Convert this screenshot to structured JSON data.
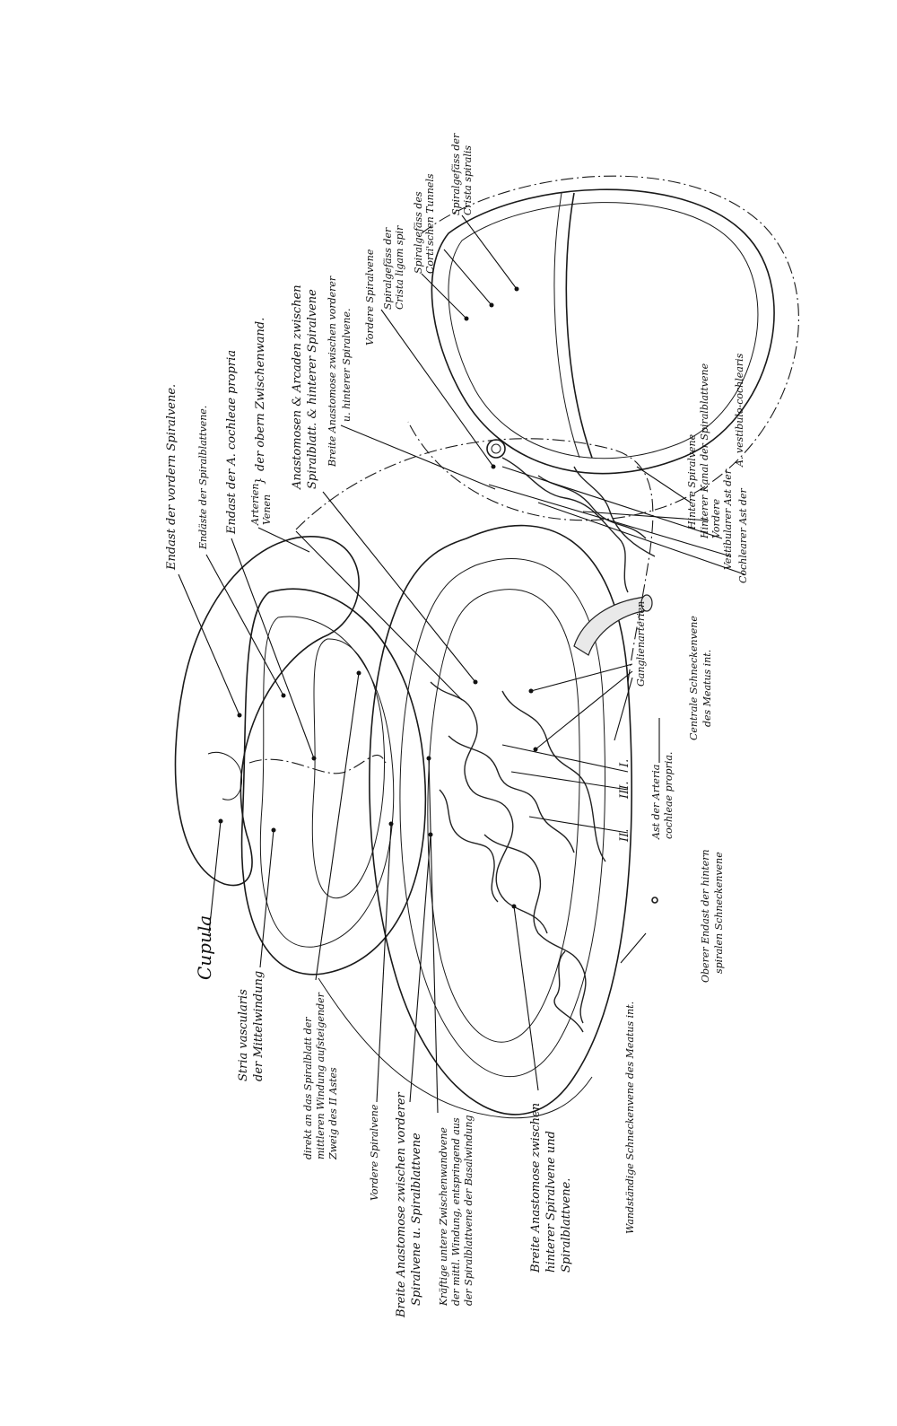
{
  "labels": {
    "cupula": "Cupula",
    "stria_1": "Stria vascularis",
    "stria_2": "der Mittelwindung",
    "direkt_1": "direkt an das Spiralblatt der",
    "direkt_2": "mittleren Windung aufsteigender",
    "direkt_3": "Zweig des II Astes",
    "vordere_spiralvene": "Vordere Spiralvene",
    "breite_anast_vorderer_1": "Breite Anastomose zwischen vorderer",
    "breite_anast_vorderer_2": "Spiralvene u. Spiralblattvene",
    "kraeftige_1": "Kräftige untere Zwischenwandvene",
    "kraeftige_2": "der mittl. Windung, entspringend aus",
    "kraeftige_3": "der Spiralblattvene der Basalwindung",
    "breite_anast_hinterer_1": "Breite Anastomose zwischen",
    "breite_anast_hinterer_2": "hinterer Spiralvene und",
    "breite_anast_hinterer_3": "Spiralblattvene.",
    "wandstaendige": "Wandständige Schneckenvene des Meatus int.",
    "endast_vordern": "Endast der vordern Spiralvene.",
    "endaeste_spiralblattvene": "Endäste der Spiralblattvene.",
    "endast_a_cochleae": "Endast der A. cochleae propria",
    "arterien": "Arterien",
    "venen": "Venen",
    "zwischenwand": "der obern Zwischenwand.",
    "anastomosen_1": "Anastomosen & Arcaden zwischen",
    "anastomosen_2": "Spiralblatt. & hinterer Spiralvene",
    "breite_anast_vorderer_u_hinterer_1": "Breite Anastomose zwischen vorderer",
    "breite_anast_vorderer_u_hinterer_2": "u. hinterer Spiralvene.",
    "vordere_spiralvene_top": "Vordere Spiralvene",
    "spiralgefaess_lig_1": "Spiralgefäss der",
    "spiralgefaess_lig_2": "Crista ligam spir",
    "spiralgefaess_corti_1": "Spiralgefäss des",
    "spiralgefaess_corti_2": "Corti'schen Tunnels",
    "spiralgefaess_crista_1": "Spiralgefäss der",
    "spiralgefaess_crista_2": "Crista spiralis",
    "hintere_spiralvene": "Hintere Spiralvene",
    "hintere_kanal": "Hinterer Kanal der Spiralblattvene",
    "vordere": "Vordere",
    "vestibularer_ast": "Vestibularer Ast der",
    "cochlearer_ast": "Cochlearer Ast der",
    "a_vestibulo": "A. vestibulo-cochlearis",
    "ganglienarterien": "Ganglienarterien",
    "centrale_1": "Centrale Schneckenvene",
    "centrale_2": "des Meatus int.",
    "roman_I": "I.",
    "roman_II": "II.",
    "roman_III": "III.",
    "ast_arteria_1": "Ast der Arteria",
    "ast_arteria_2": "cochleae propria.",
    "oberer_endast_1": "Oberer Endast der hintern",
    "oberer_endast_2": "spiralen Schneckenvene"
  }
}
